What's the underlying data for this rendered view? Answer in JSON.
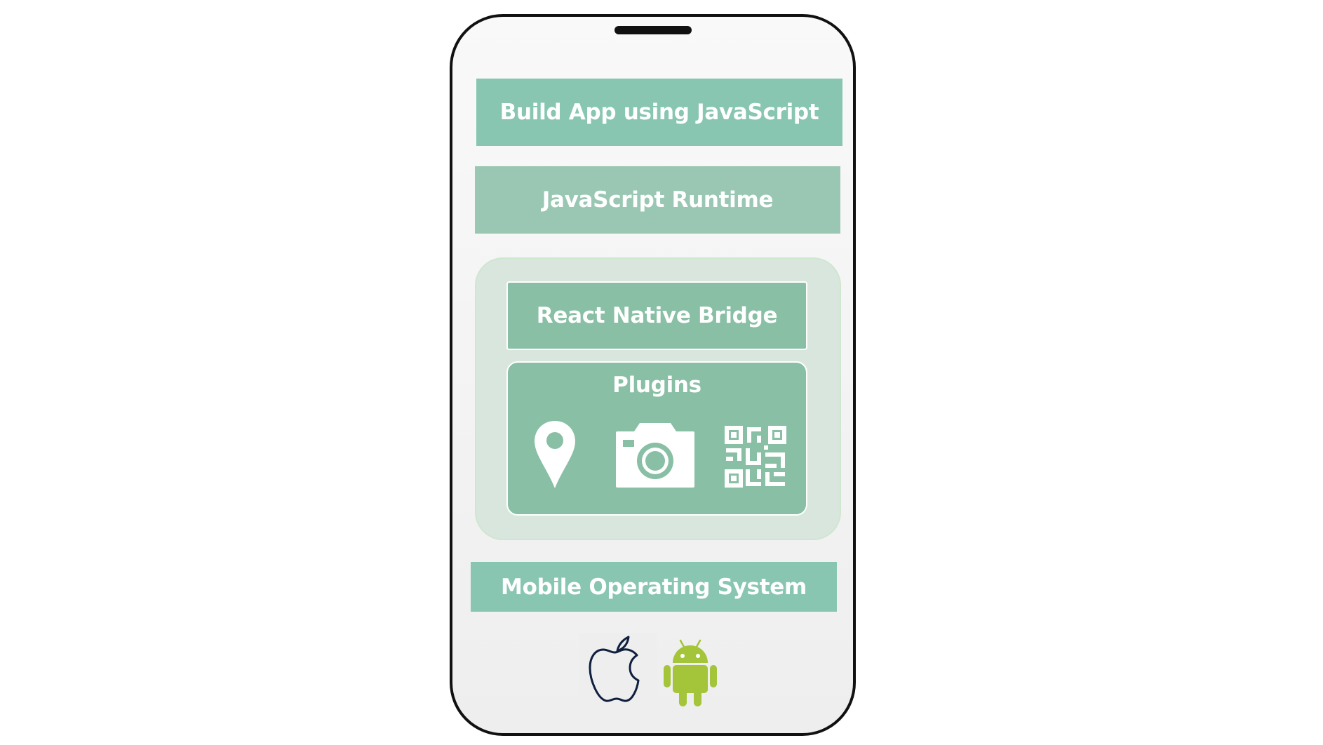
{
  "layers": {
    "app": {
      "label": "Build App using JavaScript"
    },
    "runtime": {
      "label": "JavaScript Runtime"
    },
    "bridge": {
      "label": "React Native Bridge"
    },
    "plugins": {
      "label": "Plugins",
      "icons": [
        "location-pin-icon",
        "camera-icon",
        "qr-code-icon"
      ]
    },
    "os": {
      "label": "Mobile Operating System",
      "icons": [
        "apple-icon",
        "android-icon"
      ]
    }
  },
  "colors": {
    "phone_outline": "#111111",
    "layer_green": "#88c6b1",
    "runtime_green": "#99c7b3",
    "bridge_group_fill": "#d8e6de",
    "bridge_green": "#88bfa5",
    "android_green": "#a4c439",
    "apple_navy": "#0f1f3d"
  }
}
